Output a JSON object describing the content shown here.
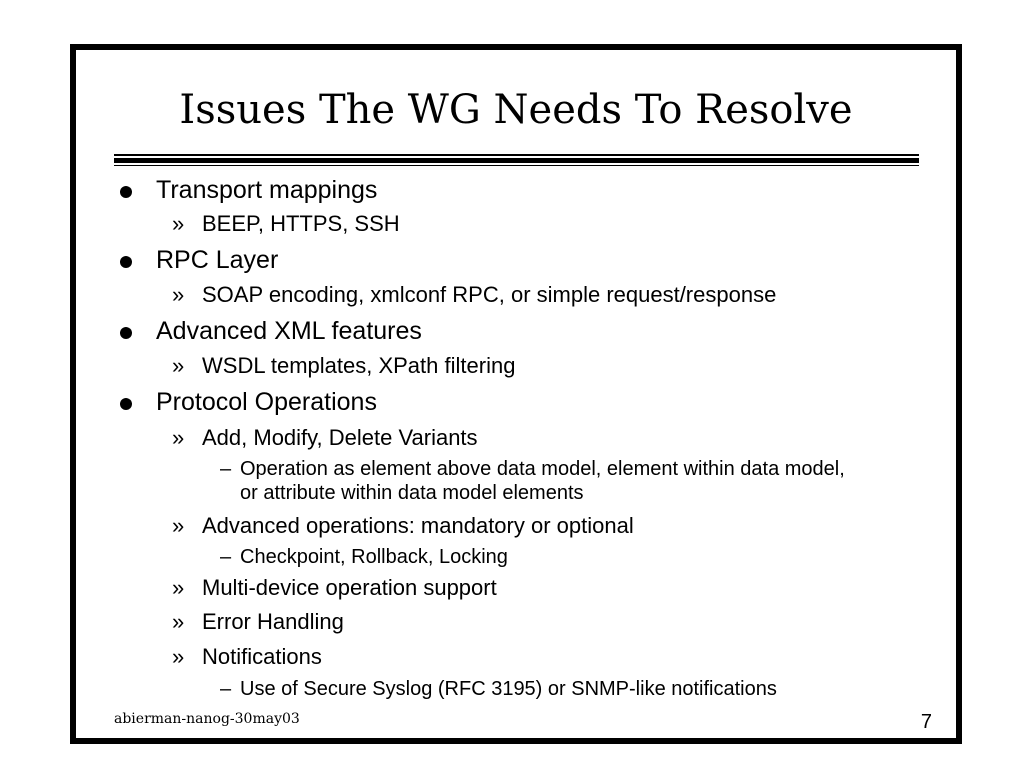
{
  "slide": {
    "title": "Issues The WG Needs To Resolve",
    "footer_left": "abierman-nanog-30may03",
    "page_number": "7",
    "markers": {
      "level2": "»",
      "level3": "–"
    },
    "items": [
      {
        "text": "Transport mappings",
        "children": [
          {
            "text": "BEEP, HTTPS, SSH"
          }
        ]
      },
      {
        "text": "RPC Layer",
        "children": [
          {
            "text": "SOAP encoding, xmlconf RPC, or simple request/response"
          }
        ]
      },
      {
        "text": "Advanced XML features",
        "children": [
          {
            "text": "WSDL templates, XPath filtering"
          }
        ]
      },
      {
        "text": "Protocol Operations",
        "children": [
          {
            "text": "Add, Modify, Delete Variants",
            "children": [
              {
                "text": "Operation as element above data model, element within data model,",
                "continuation": "or attribute within data model elements"
              }
            ]
          },
          {
            "text": "Advanced operations: mandatory or optional",
            "children": [
              {
                "text": "Checkpoint, Rollback, Locking"
              }
            ]
          },
          {
            "text": "Multi-device operation support"
          },
          {
            "text": "Error Handling"
          },
          {
            "text": "Notifications",
            "children": [
              {
                "text": "Use of Secure Syslog (RFC 3195) or SNMP-like notifications"
              }
            ]
          }
        ]
      }
    ]
  }
}
